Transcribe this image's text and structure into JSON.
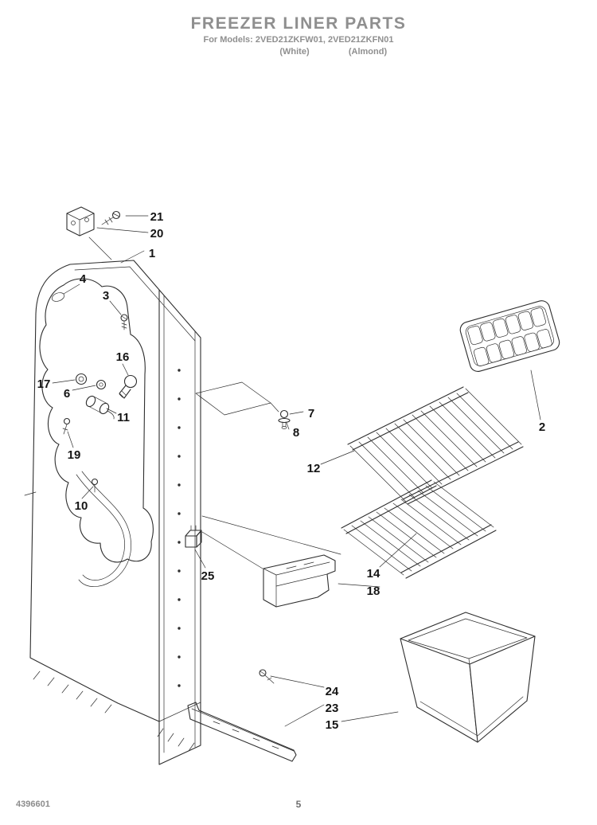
{
  "header": {
    "title": "FREEZER LINER PARTS",
    "models_line": "For Models: 2VED21ZKFW01, 2VED21ZKFN01",
    "color_white": "(White)",
    "color_almond": "(Almond)"
  },
  "diagram": {
    "parts": {
      "p1": "1",
      "p2": "2",
      "p3": "3",
      "p4": "4",
      "p6": "6",
      "p7": "7",
      "p8": "8",
      "p10": "10",
      "p11": "11",
      "p12": "12",
      "p14": "14",
      "p15": "15",
      "p16": "16",
      "p17": "17",
      "p18": "18",
      "p19": "19",
      "p20": "20",
      "p21": "21",
      "p23": "23",
      "p24": "24",
      "p25": "25"
    }
  },
  "footer": {
    "doc_number": "4396601",
    "page_number": "5"
  }
}
